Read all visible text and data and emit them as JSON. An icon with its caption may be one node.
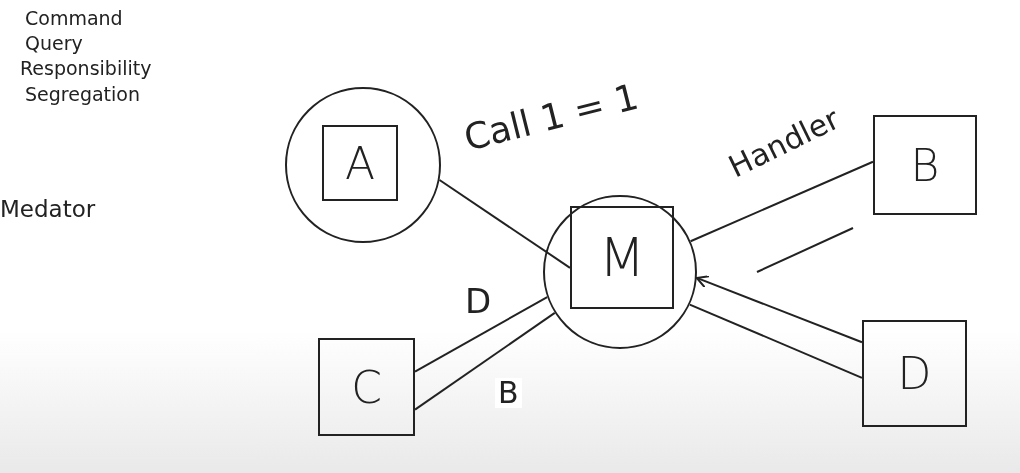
{
  "diagram": {
    "nodes": [
      {
        "text": [],
        "shape": "circle"
      },
      {
        "text": [
          "A"
        ],
        "in": 0
      },
      {
        "text": [],
        "shape": "circle"
      },
      {
        "text": [
          "M"
        ],
        "in": 2
      },
      {
        "text": [
          "B"
        ]
      },
      {
        "text": [
          "C"
        ]
      },
      {
        "text": [
          "D"
        ]
      }
    ],
    "edges": [
      {
        "from": 0,
        "to": 3,
        "arrow": "none"
      },
      {
        "from": 2,
        "to": 4,
        "arrow": "none",
        "label": "Handler"
      },
      {
        "from": 5,
        "to": 2,
        "arrow": "none",
        "label": "D"
      },
      {
        "from": 5,
        "to": 2,
        "arrow": "none",
        "label": "B"
      },
      {
        "from": 6,
        "to": 2,
        "arrow": "to"
      },
      {
        "from": 6,
        "to": 2,
        "arrow": "none"
      }
    ],
    "labels": [
      "Command",
      "Query",
      "Responsibility",
      "Segregation",
      "Medator",
      "Call 1 = 1"
    ]
  }
}
